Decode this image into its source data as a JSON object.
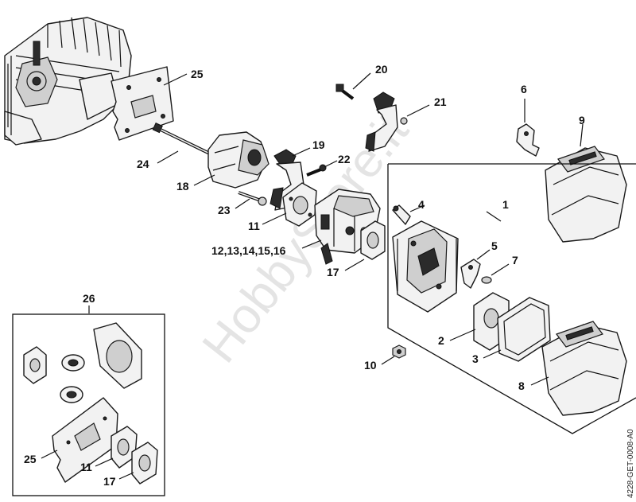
{
  "diagram": {
    "watermark": "HobbyStore.it",
    "drawing_code": "4228-GET-0008-A0",
    "callouts": {
      "c1": "1",
      "c2": "2",
      "c3": "3",
      "c4": "4",
      "c5": "5",
      "c6": "6",
      "c7": "7",
      "c8": "8",
      "c9": "9",
      "c10": "10",
      "c11a": "11",
      "c11b": "11",
      "c12": "12,13,14,15,16",
      "c17a": "17",
      "c17b": "17",
      "c18": "18",
      "c19": "19",
      "c20": "20",
      "c21": "21",
      "c22": "22",
      "c23": "23",
      "c24": "24",
      "c25a": "25",
      "c25b": "25",
      "c26": "26"
    }
  }
}
